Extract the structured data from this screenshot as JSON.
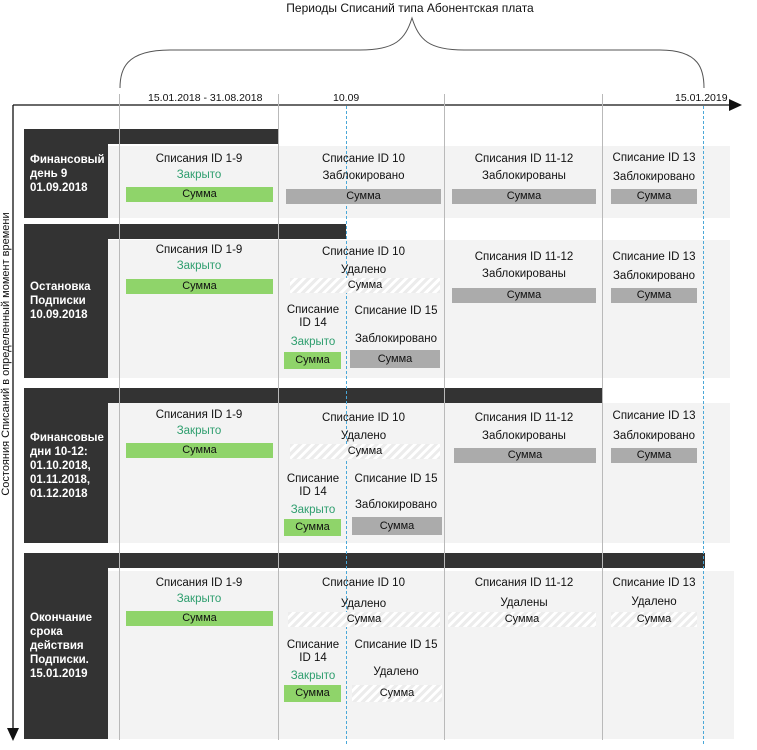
{
  "header": {
    "title": "Периоды Списаний типа Абонентская плата",
    "dates": [
      "15.01.2018 - 31.08.2018",
      "10.09",
      "15.01.2019"
    ]
  },
  "axis": {
    "vertical_label": "Состояния Списаний в определенный момент времени"
  },
  "colors": {
    "dark": "#333333",
    "green": "#8fd46a",
    "grey": "#ababab",
    "green_text": "#2e9e6e",
    "dashed_line": "#4aa8d8"
  },
  "stages": [
    {
      "title": "Финансовый день 9 01.09.2018"
    },
    {
      "title": "Остановка Подписки 10.09.2018"
    },
    {
      "title": "Финансовые дни 10-12: 01.10.2018, 01.11.2018, 01.12.2018"
    },
    {
      "title": "Окончание срока действия Подписки. 15.01.2019"
    }
  ],
  "labels": {
    "charges_1_9": "Списания ID 1-9",
    "charge_10": "Списание ID 10",
    "charges_11_12": "Списания ID 11-12",
    "charge_13": "Списание ID 13",
    "charge_14": "Списание ID 14",
    "charge_15": "Списание ID 15",
    "closed": "Закрыто",
    "blocked": "Заблокировано",
    "blocked_plural": "Заблокированы",
    "deleted": "Удалено",
    "deleted_plural": "Удалены",
    "amount": "Сумма"
  }
}
